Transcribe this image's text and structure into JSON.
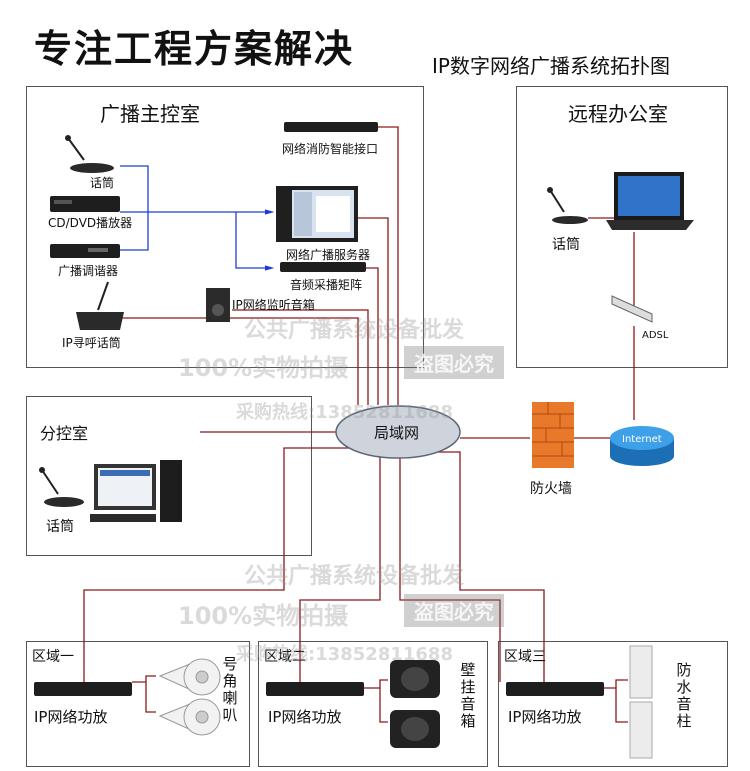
{
  "header": {
    "title": "专注工程方案解决",
    "subtitle": "IP数字网络广播系统拓扑图"
  },
  "rooms": {
    "main_control": {
      "title": "广播主控室",
      "devices": {
        "mic": "话筒",
        "cd_player": "CD/DVD播放器",
        "tuner": "广播调谐器",
        "paging_mic": "IP寻呼话筒",
        "fire_interface": "网络消防智能接口",
        "server": "网络广播服务器",
        "matrix": "音频采播矩阵",
        "monitor_speaker": "IP网络监听音箱"
      }
    },
    "remote_office": {
      "title": "远程办公室",
      "mic": "话筒",
      "adsl": "ADSL"
    },
    "sub_control": {
      "title": "分控室",
      "mic": "话筒"
    }
  },
  "network": {
    "lan": "局域网",
    "firewall": "防火墙",
    "internet": "Internet"
  },
  "zones": [
    {
      "name": "区域一",
      "amp": "IP网络功放",
      "speaker": "号角喇叭"
    },
    {
      "name": "区域二",
      "amp": "IP网络功放",
      "speaker": "壁挂音箱"
    },
    {
      "name": "区域三",
      "amp": "IP网络功放",
      "speaker": "防水音柱"
    }
  ],
  "watermarks": {
    "line1": "公共广播系统设备批发",
    "line2": "100%实物拍摄",
    "badge": "盗图必究",
    "line3": "采购热线:13852811688"
  },
  "colors": {
    "network_line": "#8b1a1a",
    "audio_line": "#1f3fd1",
    "border": "#555555"
  }
}
